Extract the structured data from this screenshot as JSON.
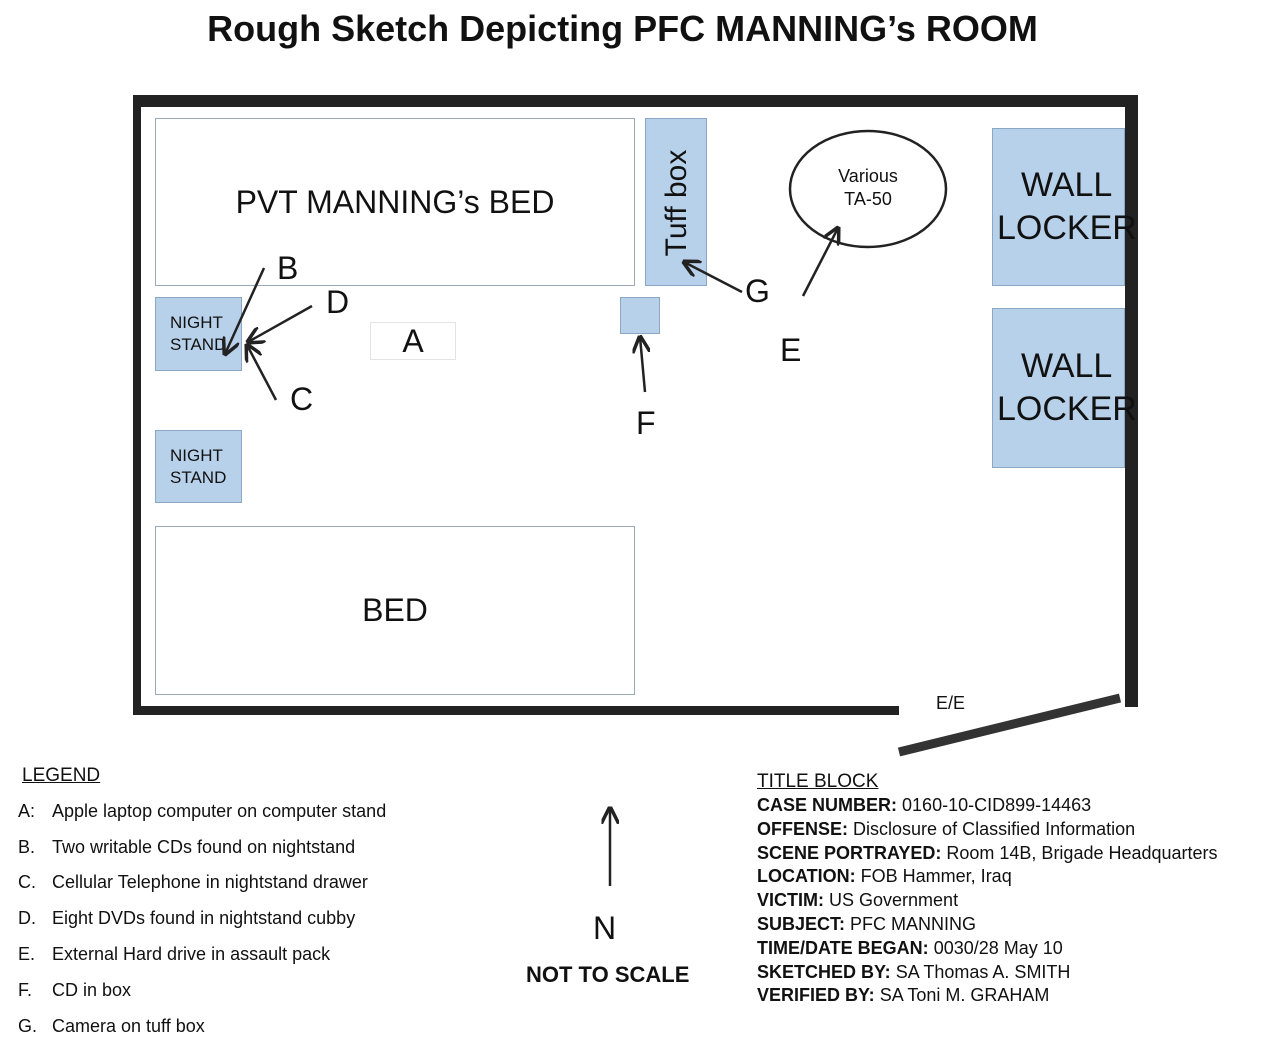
{
  "title": "Rough Sketch Depicting PFC MANNING’s ROOM",
  "room": {
    "pvt_bed": "PVT MANNING’s BED",
    "bed": "BED",
    "tuff_box": "Tuff box",
    "nightstand_1": [
      "NIGHT",
      "STAND"
    ],
    "nightstand_2": [
      "NIGHT",
      "STAND"
    ],
    "wall_locker_1": [
      "WALL",
      "LOCKER"
    ],
    "wall_locker_2": [
      "WALL",
      "LOCKER"
    ],
    "various_label": [
      "Various",
      "TA-50"
    ],
    "door_label": "E/E",
    "markers": {
      "A": "A",
      "B": "B",
      "C": "C",
      "D": "D",
      "E": "E",
      "F": "F",
      "G": "G"
    }
  },
  "north": {
    "label": "N",
    "scale_note": "NOT TO SCALE"
  },
  "legend": {
    "title": "LEGEND",
    "items": [
      {
        "key": "A:",
        "text": "Apple laptop computer on computer stand"
      },
      {
        "key": "B.",
        "text": "Two writable CDs found on nightstand"
      },
      {
        "key": "C.",
        "text": "Cellular Telephone in nightstand drawer"
      },
      {
        "key": "D.",
        "text": "Eight DVDs found in nightstand cubby"
      },
      {
        "key": "E.",
        "text": "External Hard drive in assault pack"
      },
      {
        "key": "F.",
        "text": "CD in box"
      },
      {
        "key": "G.",
        "text": "Camera on tuff box"
      }
    ]
  },
  "title_block": {
    "title": "TITLE BLOCK",
    "rows": [
      {
        "label": "CASE NUMBER:",
        "value": "0160-10-CID899-14463"
      },
      {
        "label": "OFFENSE:",
        "value": "Disclosure of Classified Information"
      },
      {
        "label": "SCENE PORTRAYED:",
        "value": "Room 14B, Brigade Headquarters"
      },
      {
        "label": "LOCATION:",
        "value": "FOB Hammer, Iraq"
      },
      {
        "label": "VICTIM:",
        "value": "US Government"
      },
      {
        "label": "SUBJECT:",
        "value": "PFC MANNING"
      },
      {
        "label": "TIME/DATE BEGAN:",
        "value": "0030/28 May 10"
      },
      {
        "label": "SKETCHED BY:",
        "value": "SA Thomas A. SMITH"
      },
      {
        "label": "VERIFIED BY:",
        "value": "SA Toni M. GRAHAM"
      }
    ]
  }
}
